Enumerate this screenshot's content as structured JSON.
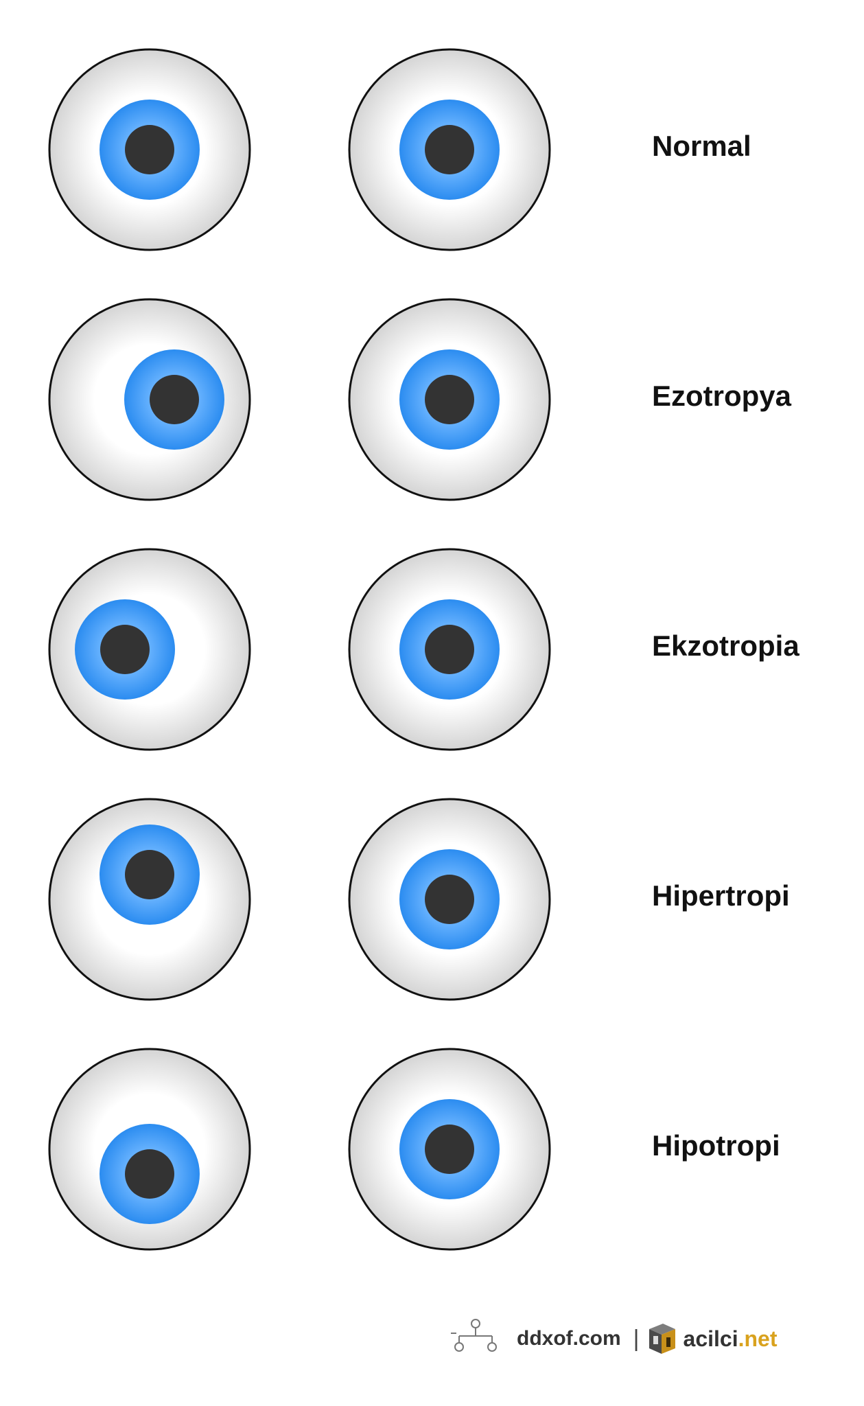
{
  "rows": [
    {
      "label": "Normal",
      "left_eye_gaze": "center",
      "right_eye_gaze": "center"
    },
    {
      "label": "Ezotropya",
      "left_eye_gaze": "in",
      "right_eye_gaze": "center"
    },
    {
      "label": "Ekzotropia",
      "left_eye_gaze": "out",
      "right_eye_gaze": "center"
    },
    {
      "label": "Hipertropi",
      "left_eye_gaze": "up",
      "right_eye_gaze": "center"
    },
    {
      "label": "Hipotropi",
      "left_eye_gaze": "down",
      "right_eye_gaze": "center"
    }
  ],
  "colors": {
    "iris_outer": "#2b8cf0",
    "iris_inner": "#6ab4ff",
    "pupil": "#333333",
    "sclera": "#ffffff",
    "sclera_shade": "#d4d4d4",
    "outline": "#111111",
    "brand_accent": "#d9a21e"
  },
  "footer": {
    "site1": "ddxof.com",
    "separator": "|",
    "site2_name": "acilci",
    "site2_tld": ".net",
    "site1_icon": "flowchart-icon",
    "site2_icon": "book-box-icon"
  }
}
